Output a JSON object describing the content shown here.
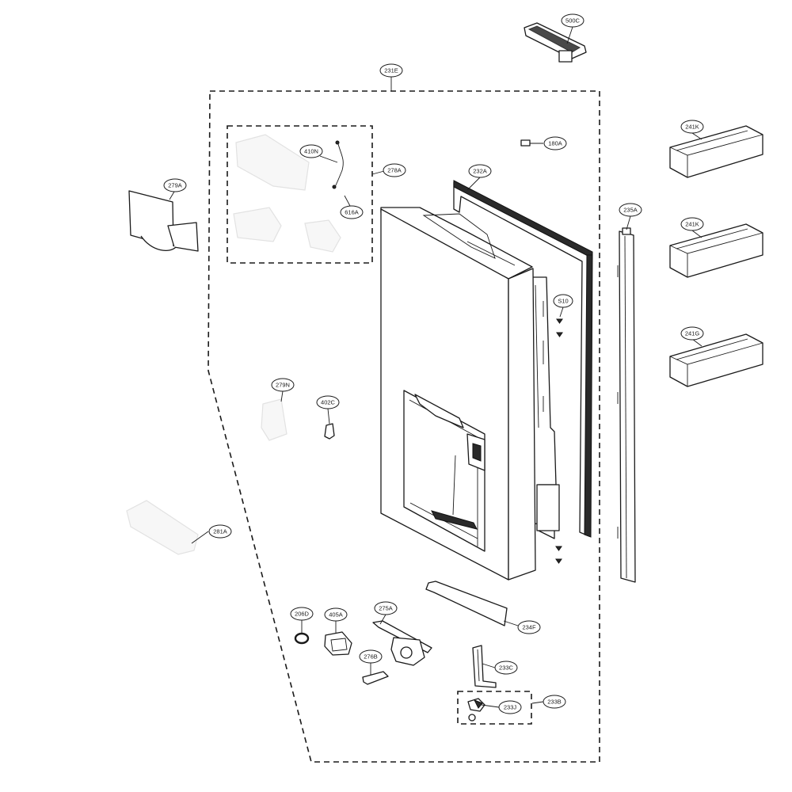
{
  "diagram": {
    "callouts": [
      {
        "id": "c500C",
        "label": "500C"
      },
      {
        "id": "c231E",
        "label": "231E"
      },
      {
        "id": "c241K_1",
        "label": "241K"
      },
      {
        "id": "c241K_2",
        "label": "241K"
      },
      {
        "id": "c241G",
        "label": "241G"
      },
      {
        "id": "c180A",
        "label": "180A"
      },
      {
        "id": "c410N",
        "label": "410N"
      },
      {
        "id": "c278A",
        "label": "278A"
      },
      {
        "id": "c232A",
        "label": "232A"
      },
      {
        "id": "c235A",
        "label": "235A"
      },
      {
        "id": "c279A",
        "label": "279A"
      },
      {
        "id": "c616A",
        "label": "616A"
      },
      {
        "id": "cS10",
        "label": "S10"
      },
      {
        "id": "c279N",
        "label": "279N"
      },
      {
        "id": "c402C",
        "label": "402C"
      },
      {
        "id": "c281A",
        "label": "281A"
      },
      {
        "id": "c206D",
        "label": "206D"
      },
      {
        "id": "c405A",
        "label": "405A"
      },
      {
        "id": "c275A",
        "label": "275A"
      },
      {
        "id": "c234F",
        "label": "234F"
      },
      {
        "id": "c276B",
        "label": "276B"
      },
      {
        "id": "c233C",
        "label": "233C"
      },
      {
        "id": "c233B",
        "label": "233B"
      },
      {
        "id": "c233J",
        "label": "233J"
      }
    ]
  },
  "colors": {
    "line": "#1a1a1a",
    "background": "#ffffff",
    "faint_parts": "#e2e2e2"
  }
}
